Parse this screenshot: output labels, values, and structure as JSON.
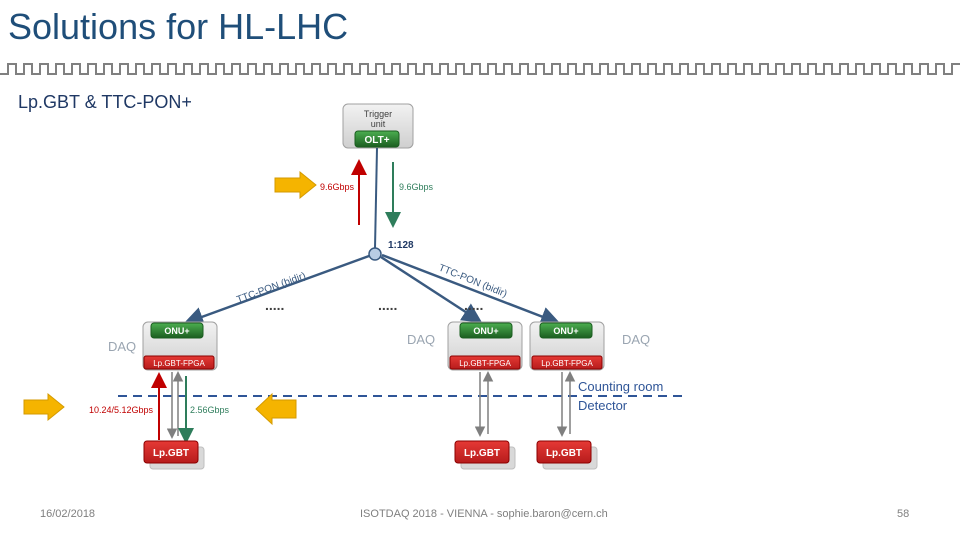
{
  "slide": {
    "title": "Solutions for HL-LHC",
    "subtitle": "Lp.GBT & TTC-PON+"
  },
  "diagram": {
    "trigger_unit": "Trigger unit",
    "olt": "OLT+",
    "downlink_rate": "9.6Gbps",
    "uplink_rate": "9.6Gbps",
    "split_ratio": "1:128",
    "ttc_pon_left": "TTC-PON (bidir)",
    "ttc_pon_right": "TTC-PON (bidir)",
    "dots": ".....",
    "onu": "ONU+",
    "lpgbt_fpga": "Lp.GBT-FPGA",
    "lpgbt": "Lp.GBT",
    "daq": "DAQ",
    "counting_room": "Counting room",
    "detector": "Detector",
    "lpgbt_uplink_rate": "10.24/5.12Gbps",
    "lpgbt_downlink_rate": "2.56Gbps"
  },
  "footer": {
    "date": "16/02/2018",
    "event": "ISOTDAQ 2018 - VIENNA - sophie.baron@cern.ch",
    "page": "58"
  },
  "colors": {
    "title": "#1f4e79",
    "onu_green": "#2e7d32",
    "lpgbt_red": "#c00000",
    "arrow_orange": "#f5b400",
    "link_blue": "#3a5a80",
    "uplink_red": "#c00000",
    "downlink_green": "#2e7d5b"
  }
}
